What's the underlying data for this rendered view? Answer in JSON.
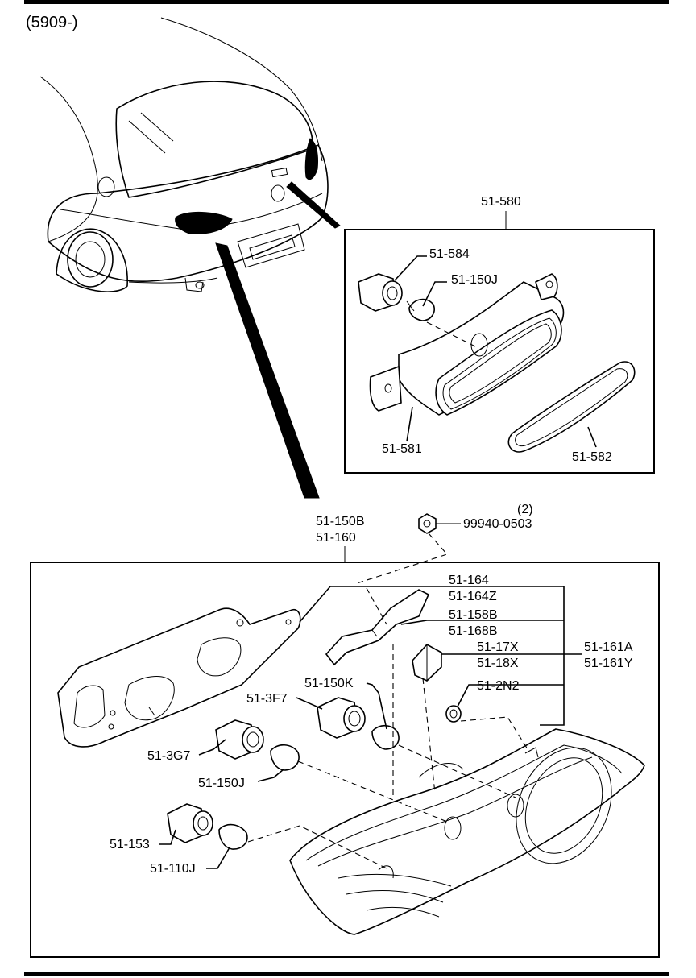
{
  "header": {
    "code": "(5909-)"
  },
  "labels": {
    "p51_580": "51-580",
    "p51_584": "51-584",
    "p51_150J_top": "51-150J",
    "p51_581": "51-581",
    "p51_582": "51-582",
    "p51_150B": "51-150B",
    "p51_160": "51-160",
    "qty": "(2)",
    "p99940": "99940-0503",
    "p51_164": "51-164",
    "p51_164Z": "51-164Z",
    "p51_158B": "51-158B",
    "p51_168B": "51-168B",
    "p51_17X": "51-17X",
    "p51_18X": "51-18X",
    "p51_161A": "51-161A",
    "p51_161Y": "51-161Y",
    "p51_2N2": "51-2N2",
    "p51_150K": "51-150K",
    "p51_3F7": "51-3F7",
    "p51_3G7": "51-3G7",
    "p51_150J_bot": "51-150J",
    "p51_153": "51-153",
    "p51_110J": "51-110J"
  }
}
